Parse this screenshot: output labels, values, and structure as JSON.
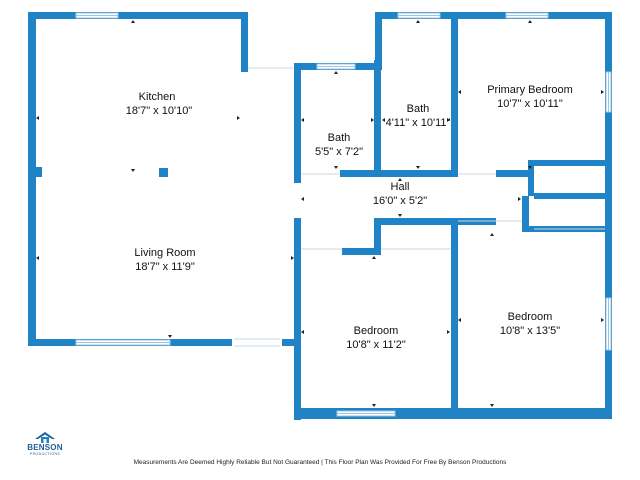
{
  "rooms": {
    "kitchen": {
      "name": "Kitchen",
      "size": "18'7\" x 10'10\""
    },
    "living": {
      "name": "Living Room",
      "size": "18'7\" x 11'9\""
    },
    "bath1": {
      "name": "Bath",
      "size": "5'5\" x 7'2\""
    },
    "bath2": {
      "name": "Bath",
      "size": "4'11\" x 10'11\""
    },
    "primary": {
      "name": "Primary Bedroom",
      "size": "10'7\" x 10'11\""
    },
    "hall": {
      "name": "Hall",
      "size": "16'0\" x 5'2\""
    },
    "bedroom1": {
      "name": "Bedroom",
      "size": "10'8\" x 11'2\""
    },
    "bedroom2": {
      "name": "Bedroom",
      "size": "10'8\" x 13'5\""
    }
  },
  "footer": {
    "disclaimer": "Measurements Are Deemed Highly Reliable But Not Guaranteed | This Floor Plan Was Provided For Free By Benson Productions"
  },
  "logo": {
    "name": "BENSON",
    "sub": "PRODUCTIONS"
  },
  "colors": {
    "wall": "#1f83c6",
    "background": "#ffffff"
  }
}
